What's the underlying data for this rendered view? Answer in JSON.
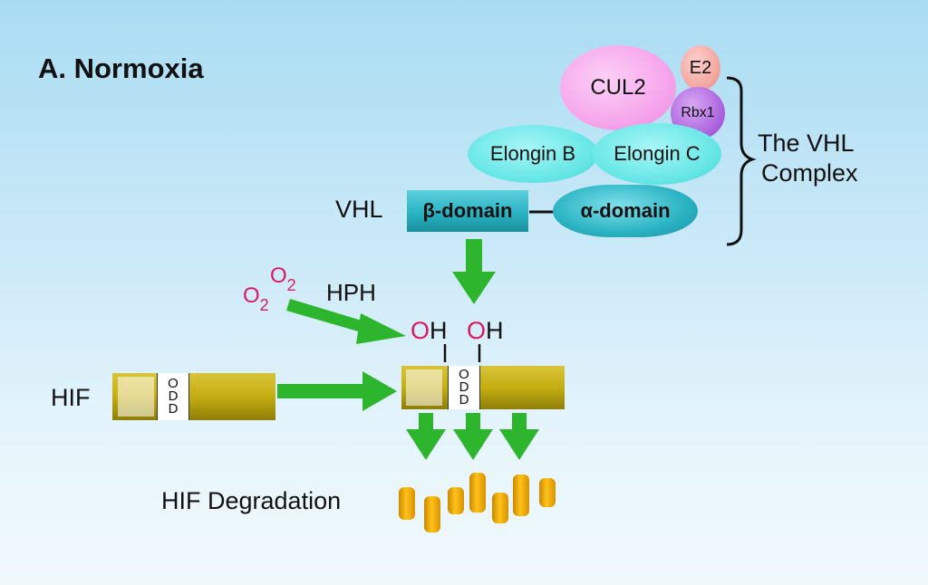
{
  "title": "A. Normoxia",
  "complex": {
    "cul2": "CUL2",
    "e2": "E2",
    "rbx1": "Rbx1",
    "elongin_b": "Elongin B",
    "elongin_c": "Elongin C",
    "vhl": "VHL",
    "beta_domain": "β-domain",
    "alpha_domain": "α-domain",
    "bracket_label_line1": "The VHL",
    "bracket_label_line2": "Complex"
  },
  "oxygen": {
    "o_letter": "O",
    "subscript": "2",
    "hph": "HPH"
  },
  "hydroxyl": {
    "o": "O",
    "h": "H"
  },
  "hif": {
    "label": "HIF",
    "odd_letters": [
      "O",
      "D",
      "D"
    ]
  },
  "degradation_label": "HIF Degradation",
  "colors": {
    "arrow_green": "#2db52d",
    "oxygen_red": "#d81b60",
    "hif_bar": "#c4ae12",
    "vhl_teal": "#2ab3c3",
    "elongin_cyan": "#66e6e6",
    "cul2_pink": "#f6a6ec",
    "e2_salmon": "#f4a6a0",
    "rbx1_purple": "#a95fdc",
    "fragment_orange": "#f0a800"
  }
}
